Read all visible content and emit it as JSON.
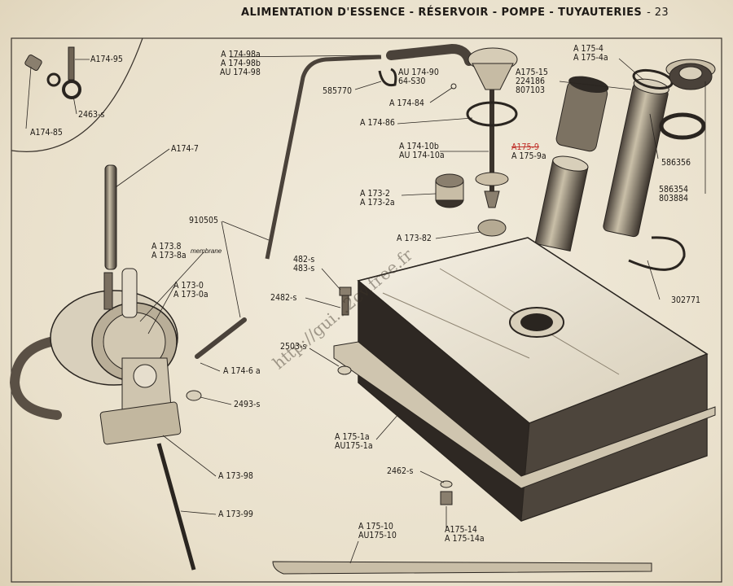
{
  "header": {
    "title": "ALIMENTATION D'ESSENCE - RÉSERVOIR - POMPE - TUYAUTERIES",
    "page_number": "- 23"
  },
  "watermark": "http://gui...2cv.free.fr",
  "labels": {
    "a174_95": "A174-95",
    "a2463_s": "2463-s",
    "a174_85": "A174-85",
    "a174_7": "A174-7",
    "a174_98": [
      "A 174-98a",
      "A 174-98b",
      "AU 174-98"
    ],
    "au174_90": [
      "AU 174-90",
      "64-S30"
    ],
    "a585770": "585770",
    "a174_84": "A 174-84",
    "a174_86": "A 174-86",
    "a174_10": [
      "A 174-10b",
      "AU 174-10a"
    ],
    "a175_15": [
      "A175-15",
      "224186",
      "807103"
    ],
    "a175_4": [
      "A 175-4",
      "A 175-4a"
    ],
    "a175_9": [
      "A175-9",
      "A 175-9a"
    ],
    "a586356": "586356",
    "a586354": [
      "586354",
      "803884"
    ],
    "a173_2": [
      "A 173-2",
      "A 173-2a"
    ],
    "a173_82": "A 173-82",
    "a910505": "910505",
    "a173_8": [
      "A 173.8",
      "A 173-8a"
    ],
    "membrane": "membrane",
    "a173_0": [
      "A 173-0",
      "A 173-0a"
    ],
    "a482": [
      "482-s",
      "483-s"
    ],
    "a2482_s": "2482-s",
    "a2503_s": "2503-s",
    "a302771": "302771",
    "a174_6a": "A 174-6 a",
    "a2493_s": "2493-s",
    "a175_1": [
      "A 175-1a",
      "AU175-1a"
    ],
    "a173_98": "A 173-98",
    "a173_99": "A 173-99",
    "a2462_s": "2462-s",
    "a175_14": [
      "A175-14",
      "A 175-14a"
    ],
    "a175_10": [
      "A 175-10",
      "AU175-10"
    ]
  }
}
